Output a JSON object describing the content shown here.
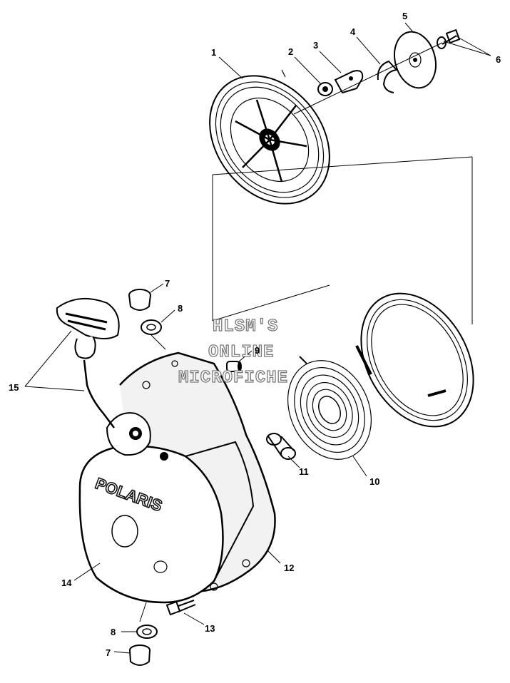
{
  "figure": {
    "brand_on_housing": "POLARIS",
    "watermark_lines": [
      "HLSM'S",
      "ONLINE",
      "MICROFICHE"
    ]
  },
  "callouts": [
    {
      "id": "c1",
      "label": "1"
    },
    {
      "id": "c2",
      "label": "2"
    },
    {
      "id": "c3",
      "label": "3"
    },
    {
      "id": "c4",
      "label": "4"
    },
    {
      "id": "c5",
      "label": "5"
    },
    {
      "id": "c6",
      "label": "6"
    },
    {
      "id": "c7a",
      "label": "7"
    },
    {
      "id": "c8a",
      "label": "8"
    },
    {
      "id": "c9",
      "label": "9"
    },
    {
      "id": "c10",
      "label": "10"
    },
    {
      "id": "c11",
      "label": "11"
    },
    {
      "id": "c12",
      "label": "12"
    },
    {
      "id": "c13",
      "label": "13"
    },
    {
      "id": "c14",
      "label": "14"
    },
    {
      "id": "c15",
      "label": "15"
    },
    {
      "id": "c8b",
      "label": "8"
    },
    {
      "id": "c7b",
      "label": "7"
    }
  ]
}
